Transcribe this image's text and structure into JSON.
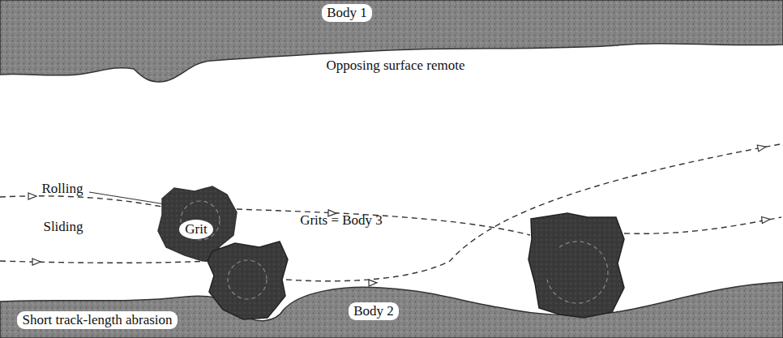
{
  "diagram": {
    "nodes": [
      {
        "text": [
          "Body 1"
        ]
      },
      {
        "text": [
          "Grit"
        ]
      },
      {
        "text": [
          "Body 2"
        ]
      }
    ],
    "labels": [
      "Opposing surface remote",
      "Rolling",
      "Sliding",
      "Grits = Body 3",
      "Short track-length abrasion"
    ]
  }
}
